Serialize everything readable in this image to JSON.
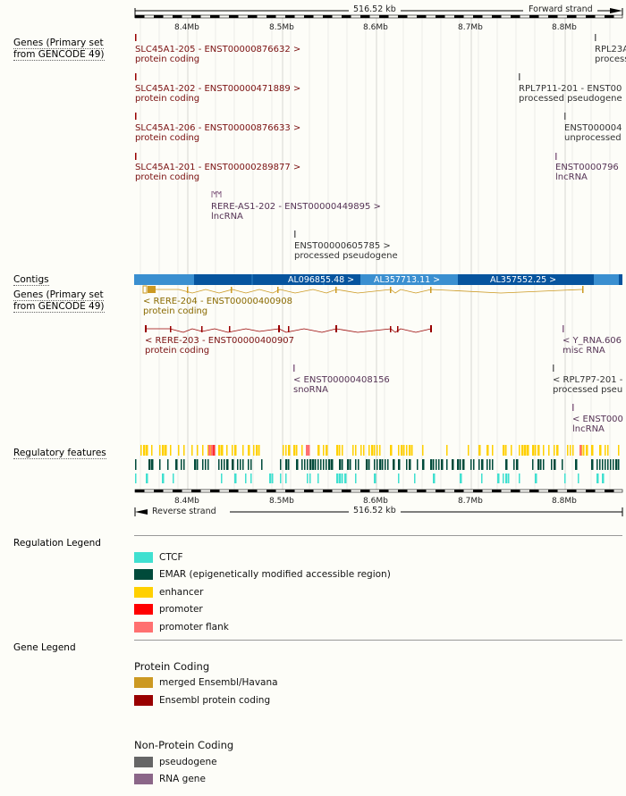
{
  "scale": {
    "span_top": "516.52 kb",
    "span_bottom": "516.52 kb",
    "forward": "Forward strand",
    "reverse": "Reverse strand",
    "ticks": [
      "8.4Mb",
      "8.5Mb",
      "8.6Mb",
      "8.7Mb",
      "8.8Mb"
    ]
  },
  "labels": {
    "genes_top": "Genes (Primary set from GENCODE 49)",
    "contigs": "Contigs",
    "genes_bottom": "Genes (Primary set from GENCODE 49)",
    "regulatory": "Regulatory features"
  },
  "genes_forward": [
    {
      "name": "SLC45A1-205 - ENST00000876632 >",
      "biotype": "protein coding"
    },
    {
      "name": "SLC45A1-202 - ENST00000471889 >",
      "biotype": "protein coding"
    },
    {
      "name": "SLC45A1-206 - ENST00000876633 >",
      "biotype": "protein coding"
    },
    {
      "name": "SLC45A1-201 - ENST00000289877 >",
      "biotype": "protein coding"
    },
    {
      "name": "RERE-AS1-202 - ENST00000449895 >",
      "biotype": "lncRNA"
    },
    {
      "name": "ENST00000605785 >",
      "biotype": "processed pseudogene"
    },
    {
      "name": "RPL23A",
      "biotype": "process"
    },
    {
      "name": "RPL7P11-201 - ENST00",
      "biotype": "processed pseudogene"
    },
    {
      "name": "ENST000004",
      "biotype": "unprocessed"
    },
    {
      "name": "ENST0000796",
      "biotype": "lncRNA"
    }
  ],
  "contigs": [
    "AL096855.48 >",
    "AL357713.11 >",
    "AL357552.25 >"
  ],
  "genes_reverse": [
    {
      "name": "< RERE-204 - ENST00000400908",
      "biotype": "protein coding"
    },
    {
      "name": "< RERE-203 - ENST00000400907",
      "biotype": "protein coding"
    },
    {
      "name": "< ENST00000408156",
      "biotype": "snoRNA"
    },
    {
      "name": "< Y_RNA.606",
      "biotype": "misc RNA"
    },
    {
      "name": "< RPL7P7-201 -",
      "biotype": "processed pseu"
    },
    {
      "name": "< ENST000",
      "biotype": "lncRNA"
    }
  ],
  "regulation_legend": {
    "title": "Regulation Legend",
    "items": [
      {
        "label": "CTCF",
        "color": "#40e0d0"
      },
      {
        "label": "EMAR (epigenetically modified accessible region)",
        "color": "#004a3a"
      },
      {
        "label": "enhancer",
        "color": "#ffd000"
      },
      {
        "label": "promoter",
        "color": "#ff0000"
      },
      {
        "label": "promoter flank",
        "color": "#ff7070"
      }
    ]
  },
  "gene_legend": {
    "title": "Gene Legend",
    "protein_coding": "Protein Coding",
    "pc_items": [
      {
        "label": "merged Ensembl/Havana",
        "color": "#cc9922"
      },
      {
        "label": "Ensembl protein coding",
        "color": "#990000"
      }
    ],
    "non_protein_coding": "Non-Protein Coding",
    "npc_items": [
      {
        "label": "pseudogene",
        "color": "#666666"
      },
      {
        "label": "RNA gene",
        "color": "#8b6688"
      }
    ]
  },
  "colors": {
    "contig_light": "#3a8fd0",
    "contig_dark": "#06549e",
    "ensembl": "#990000",
    "merged": "#cc9922",
    "rna": "#8b6688",
    "pseudo": "#666666"
  }
}
